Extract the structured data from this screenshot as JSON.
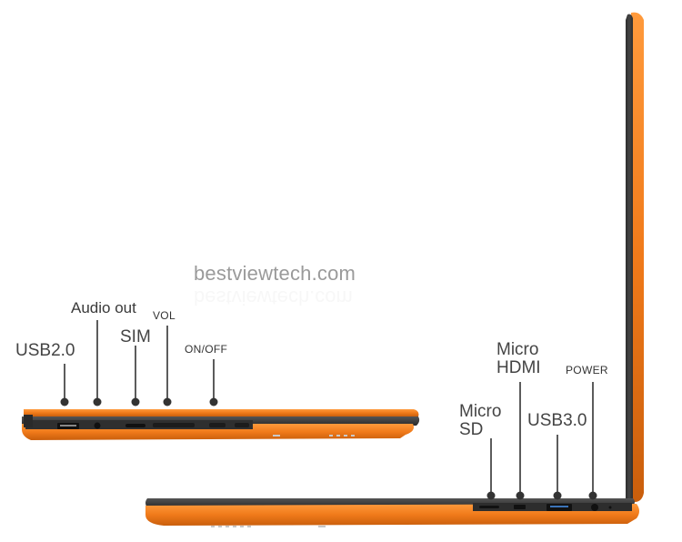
{
  "watermark": "bestviewtech.com",
  "labels": {
    "usb2": "USB2.0",
    "audio_out": "Audio out",
    "sim": "SIM",
    "vol": "VOL",
    "on_off": "ON/OFF",
    "micro_sd_line1": "Micro",
    "micro_sd_line2": "SD",
    "micro_hdmi_line1": "Micro",
    "micro_hdmi_line2": "HDMI",
    "usb3": "USB3.0",
    "power": "POWER"
  },
  "colors": {
    "accent_orange": "#f07a1a",
    "body_dark": "#3b3b3b",
    "callout_line": "#333333"
  }
}
